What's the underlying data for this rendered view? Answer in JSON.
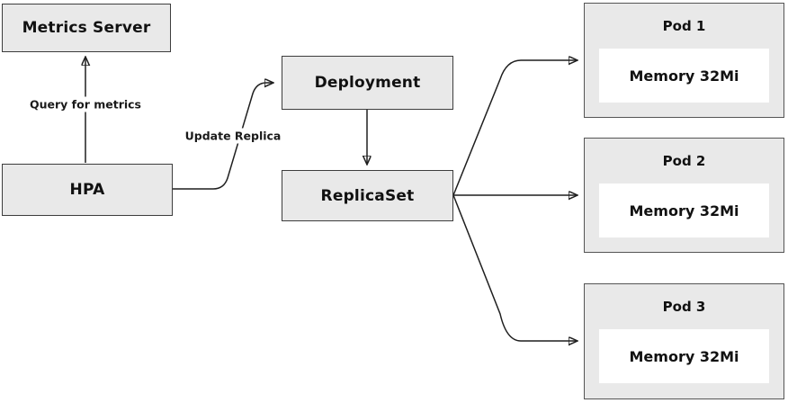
{
  "theme": {
    "background": "#ffffff",
    "box_fill": "#e9e9e9",
    "box_border": "#3d3d3d",
    "pod_border": "#555555",
    "arrow_color": "#1f1f1f"
  },
  "diagram": {
    "nodes": {
      "metrics_server": {
        "label": "Metrics Server"
      },
      "hpa": {
        "label": "HPA"
      },
      "deployment": {
        "label": "Deployment"
      },
      "replicaset": {
        "label": "ReplicaSet"
      },
      "pods": [
        {
          "title": "Pod 1",
          "resource": "Memory 32Mi"
        },
        {
          "title": "Pod 2",
          "resource": "Memory 32Mi"
        },
        {
          "title": "Pod 3",
          "resource": "Memory 32Mi"
        }
      ]
    },
    "edges": {
      "query_label": "Query for metrics",
      "update_label": "Update Replica"
    }
  }
}
